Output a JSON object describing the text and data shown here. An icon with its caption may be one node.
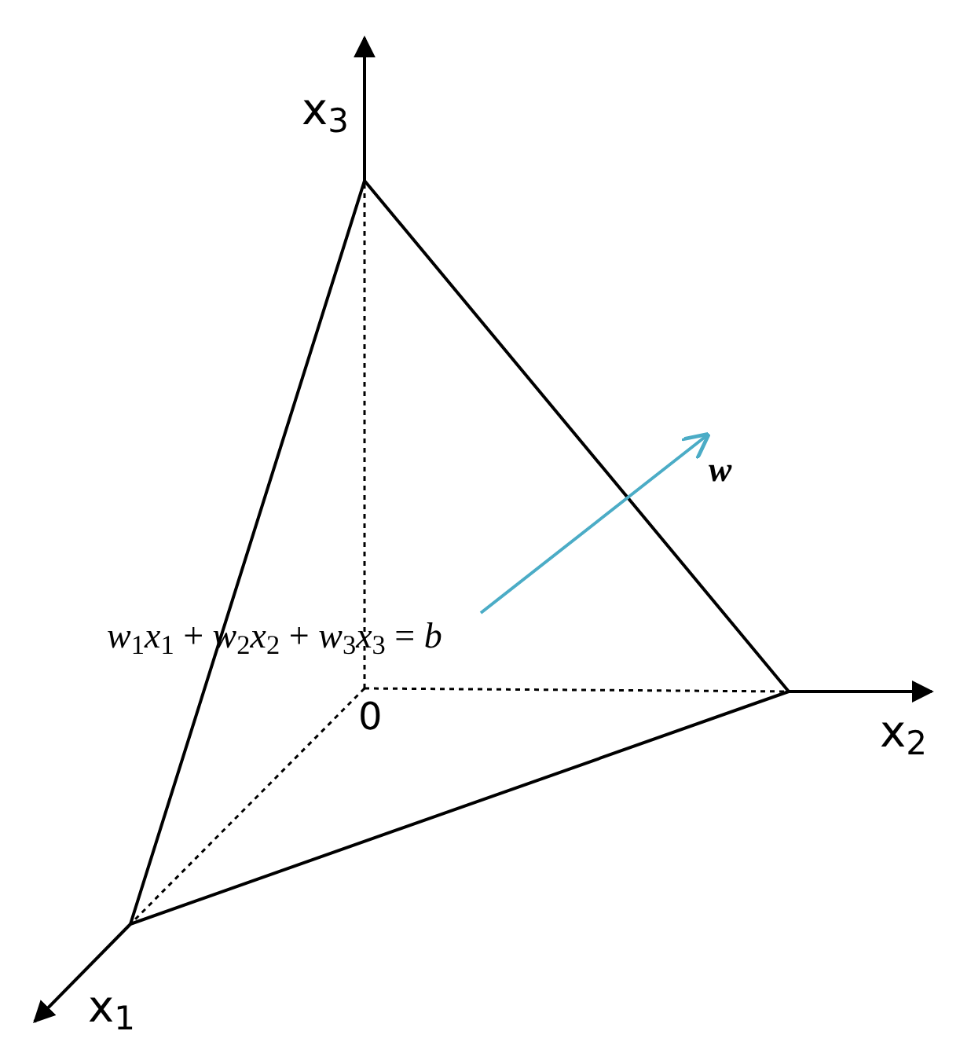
{
  "diagram": {
    "labels": [
      "x$_{3}$",
      "*w*",
      "*w*$_{1}$*x*$_{1}$ + *w*$_{2}$*x*$_{2}$ + *w*$_{3}$*x*$_{3}$ = *b*",
      "0",
      "x$_{2}$",
      "x$_{1}$"
    ]
  }
}
